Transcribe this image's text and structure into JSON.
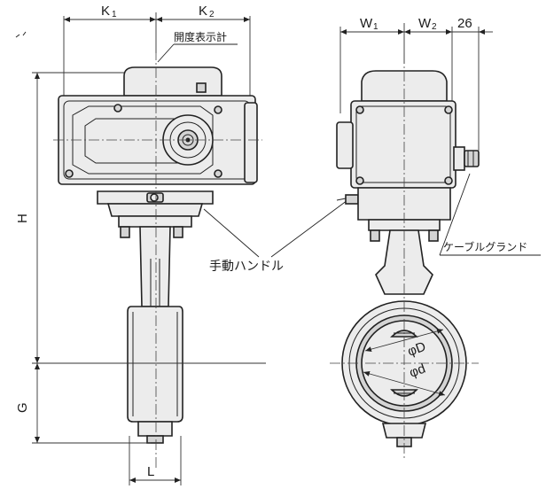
{
  "diagram": {
    "front_view": {
      "dimensions": {
        "k1": "K",
        "k1_sub": "1",
        "k2": "K",
        "k2_sub": "2",
        "h": "H",
        "g": "G",
        "l": "L"
      },
      "labels": {
        "opening_indicator": "開度表示計",
        "manual_handle": "手動ハンドル"
      }
    },
    "side_view": {
      "dimensions": {
        "w1": "W",
        "w1_sub": "1",
        "w2": "W",
        "w2_sub": "2",
        "gap": "26",
        "phi_d_upper": "φD",
        "phi_d_lower": "φd"
      },
      "labels": {
        "cable_gland": "ケーブルグランド"
      }
    }
  }
}
